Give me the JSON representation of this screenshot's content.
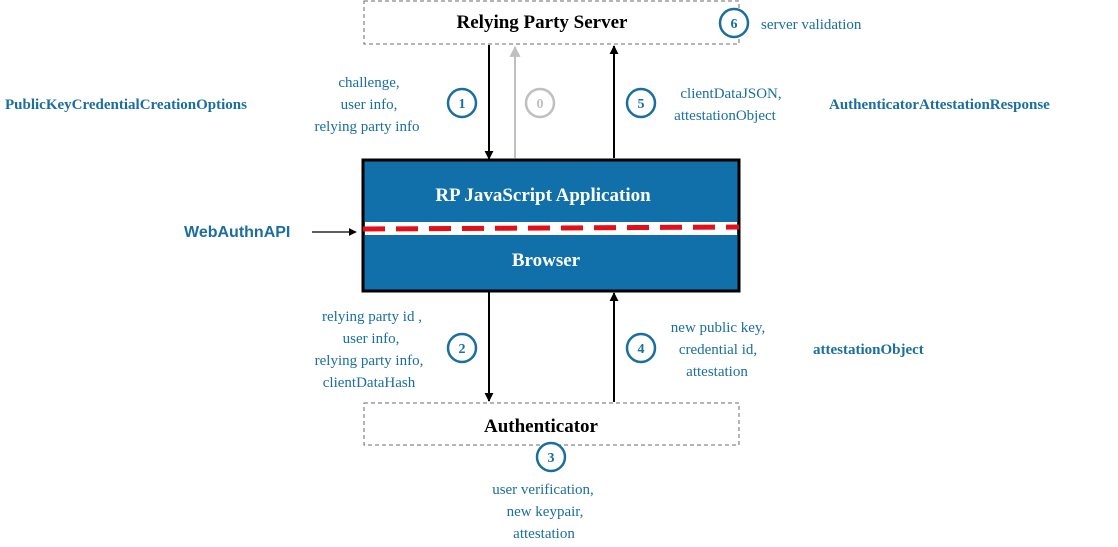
{
  "colors": {
    "accent": "#1a6ea0",
    "box_fill": "#1170aa",
    "dashed_line": "#e3101a",
    "faded": "#bfbfbf",
    "arrow": "#000000"
  },
  "servers": {
    "relying_party": "Relying Party Server",
    "authenticator": "Authenticator"
  },
  "app_box": {
    "title": "RP JavaScript Application",
    "subtitle": "Browser"
  },
  "side_labels": {
    "options": "PublicKeyCredentialCreationOptions",
    "response": "AuthenticatorAttestationResponse",
    "webauthn": "WebAuthnAPI",
    "attestation_object": "attestationObject"
  },
  "steps": [
    {
      "number": "0",
      "lines": []
    },
    {
      "number": "1",
      "lines": [
        "challenge,",
        "user info,",
        "relying party info"
      ]
    },
    {
      "number": "2",
      "lines": [
        "relying party id ,",
        "user info,",
        "relying party info,",
        "clientDataHash"
      ]
    },
    {
      "number": "3",
      "lines": [
        "user verification,",
        "new keypair,",
        "attestation"
      ]
    },
    {
      "number": "4",
      "lines": [
        "new public key,",
        "credential id,",
        "attestation"
      ]
    },
    {
      "number": "5",
      "lines": [
        "clientDataJSON,",
        "attestationObject"
      ]
    },
    {
      "number": "6",
      "lines": [
        "server validation"
      ]
    }
  ]
}
